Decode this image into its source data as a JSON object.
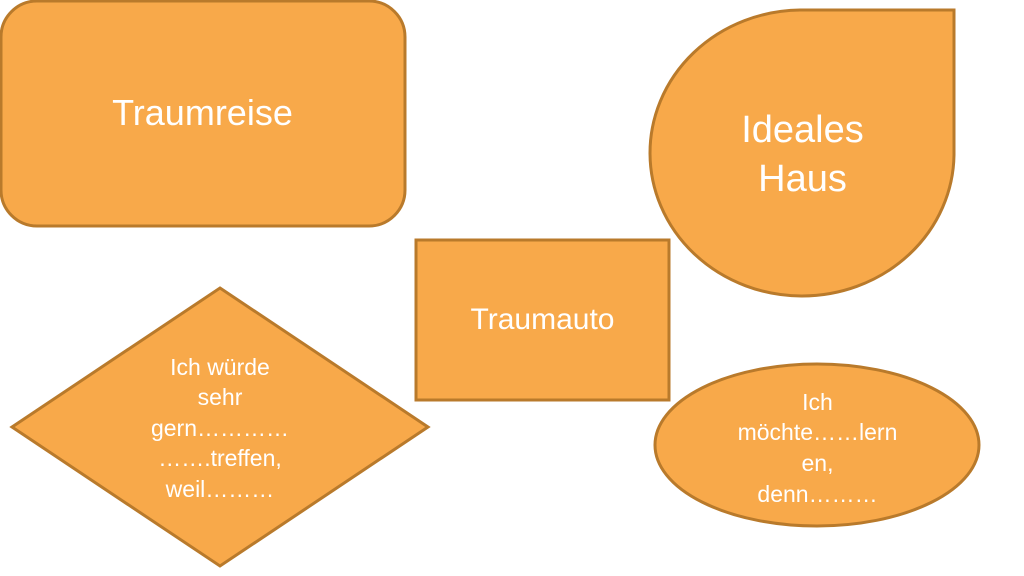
{
  "colors": {
    "shape_fill": "#F8A94A",
    "shape_stroke": "#B97A2B",
    "text": "#FFFFFF",
    "background": "#FFFFFF"
  },
  "shapes": {
    "traumreise": {
      "label": "Traumreise"
    },
    "ideales_haus": {
      "label": "Ideales\nHaus"
    },
    "traumauto": {
      "label": "Traumauto"
    },
    "wuerde": {
      "label": "Ich würde\nsehr\ngern…………\n…….treffen,\nweil………"
    },
    "moechte": {
      "label": "Ich\nmöchte……lern\nen,\ndenn………"
    }
  }
}
